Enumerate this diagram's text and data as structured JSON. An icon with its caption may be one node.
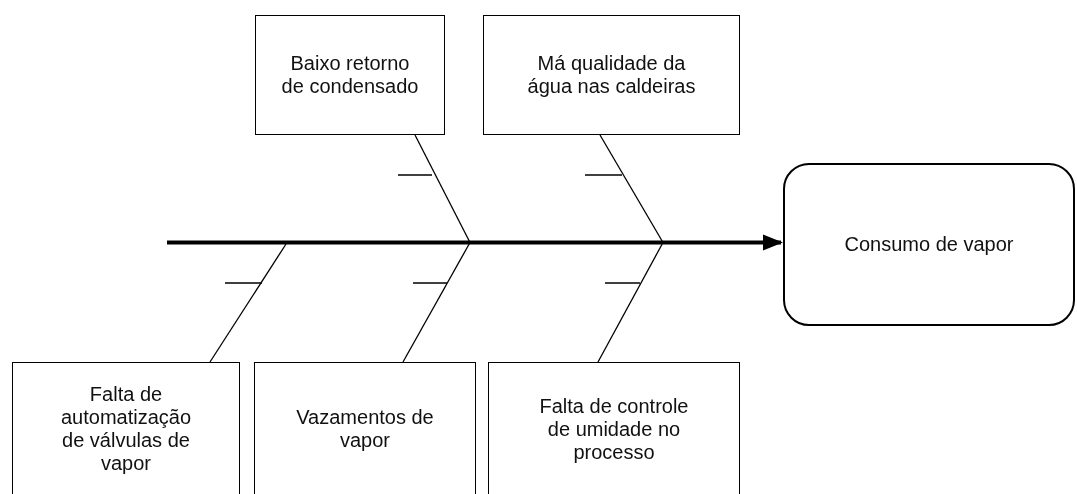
{
  "diagram": {
    "nodes": [
      {
        "text": [
          "Baixo retorno de condensado"
        ]
      },
      {
        "text": [
          "Má qualidade da água nas caldeiras"
        ]
      },
      {
        "text": [
          "Consumo de vapor"
        ]
      },
      {
        "text": [
          "Falta de automatização de válvulas de vapor"
        ]
      },
      {
        "text": [
          "Vazamentos de vapor"
        ]
      },
      {
        "text": [
          "Falta de controle de umidade no processo"
        ]
      }
    ],
    "edges": [
      {
        "from": null,
        "to": 2,
        "arrow": "to",
        "style": "thick"
      },
      {
        "from": 0,
        "to": null,
        "arrow": "none"
      },
      {
        "from": 1,
        "to": null,
        "arrow": "none"
      },
      {
        "from": 3,
        "to": null,
        "arrow": "none"
      },
      {
        "from": 4,
        "to": null,
        "arrow": "none"
      },
      {
        "from": 5,
        "to": null,
        "arrow": "none"
      }
    ]
  }
}
